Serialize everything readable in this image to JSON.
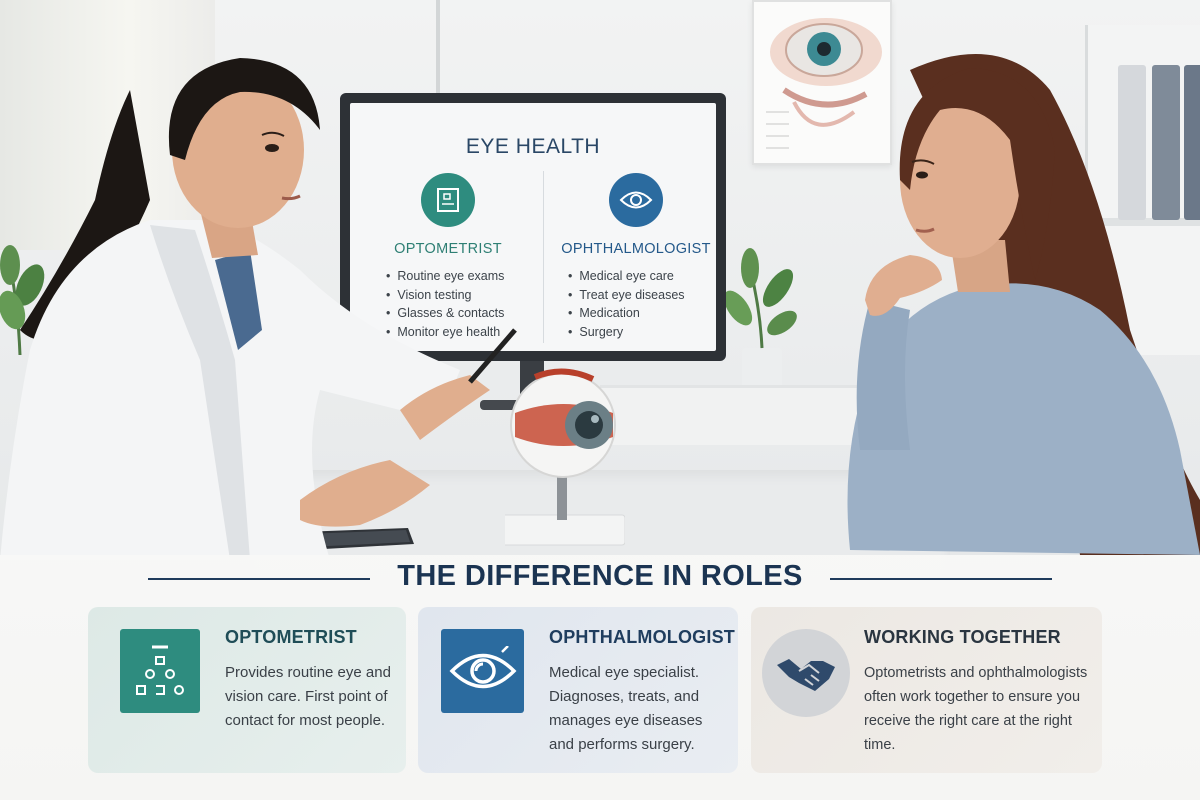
{
  "screen": {
    "title": "EYE HEALTH",
    "columns": [
      {
        "heading": "OPTOMETRIST",
        "icon": "eye-chart-icon",
        "color": "#2e8c7f",
        "items": [
          "Routine eye exams",
          "Vision testing",
          "Glasses & contacts",
          "Monitor eye health"
        ]
      },
      {
        "heading": "OPHTHALMOLOGIST",
        "icon": "eye-icon",
        "color": "#2b6b9f",
        "items": [
          "Medical eye care",
          "Treat eye diseases",
          "Medication",
          "Surgery"
        ]
      }
    ]
  },
  "panel": {
    "title": "THE DIFFERENCE IN ROLES",
    "cards": [
      {
        "title": "OPTOMETRIST",
        "icon": "eye-chart-icon",
        "text": "Provides routine eye and vision care. First point of contact for most people."
      },
      {
        "title": "OPHTHALMOLOGIST",
        "icon": "eye-icon",
        "text": "Medical eye specialist. Diagnoses, treats, and manages eye diseases and performs surgery."
      },
      {
        "title": "WORKING TOGETHER",
        "icon": "handshake-icon",
        "text": "Optometrists and ophthalmologists often work together to ensure you receive the right care at the right time."
      }
    ]
  },
  "colors": {
    "optometrist": "#2e8c7f",
    "ophthalmologist": "#2b6b9f",
    "title": "#1b3452"
  }
}
